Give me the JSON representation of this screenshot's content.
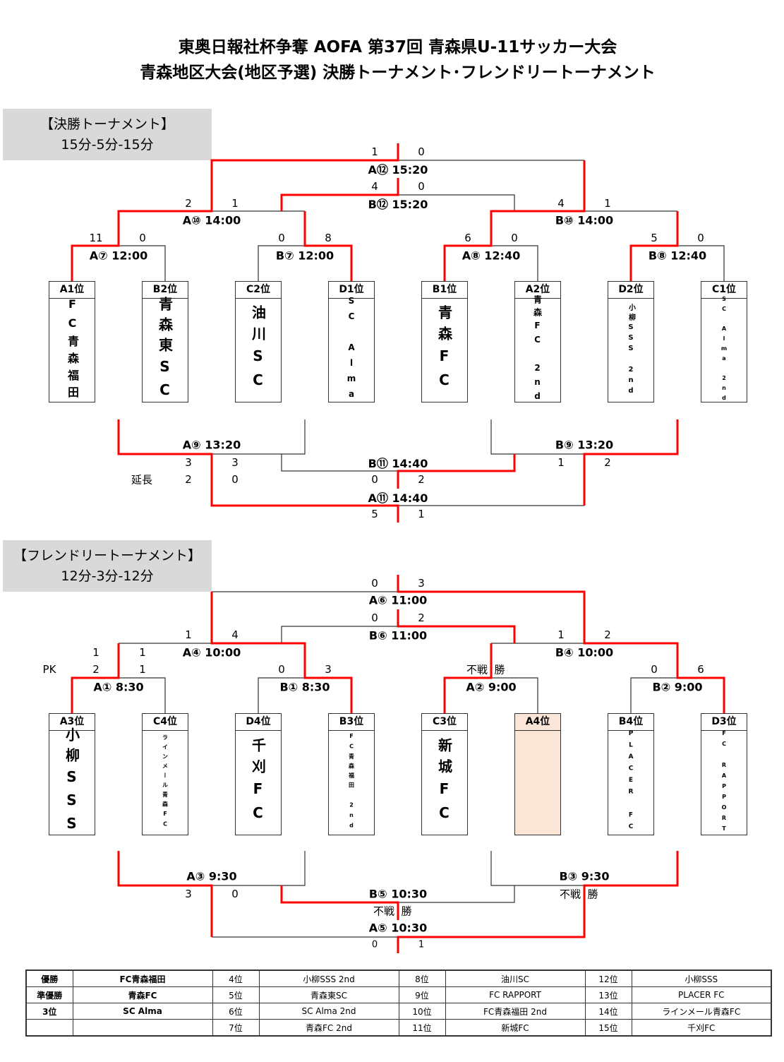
{
  "title": {
    "line1": "東奥日報社杯争奪 AOFA 第37回 青森県U-11サッカー大会",
    "line2": "青森地区大会(地区予選) 決勝トーナメント･フレンドリートーナメント"
  },
  "colors": {
    "winner_line": "#ff0000",
    "loser_line": "#333333",
    "section_bg": "#d9d9d9",
    "empty_slot": "#fbe5d6"
  },
  "final": {
    "heading": "【決勝トーナメント】",
    "format": "15分-5分-15分",
    "teams": [
      {
        "seed": "A1位",
        "name": "FC青森福田"
      },
      {
        "seed": "B2位",
        "name": "青森東SC"
      },
      {
        "seed": "C2位",
        "name": "油川SC"
      },
      {
        "seed": "D1位",
        "name": "SC Alma"
      },
      {
        "seed": "B1位",
        "name": "青森FC"
      },
      {
        "seed": "A2位",
        "name": "青森FC 2nd"
      },
      {
        "seed": "D2位",
        "name": "小柳SSS 2nd"
      },
      {
        "seed": "C1位",
        "name": "SC Alma 2nd"
      }
    ],
    "A12": {
      "label": "A⑫ 15:20",
      "l": "1",
      "r": "0"
    },
    "B12": {
      "label": "B⑫ 15:20",
      "l": "4",
      "r": "0"
    },
    "A10": {
      "label": "A⑩ 14:00",
      "l": "2",
      "r": "1"
    },
    "B10": {
      "label": "B⑩ 14:00",
      "l": "4",
      "r": "1"
    },
    "A7": {
      "label": "A⑦ 12:00",
      "l": "11",
      "r": "0"
    },
    "B7": {
      "label": "B⑦ 12:00",
      "l": "0",
      "r": "8"
    },
    "A8": {
      "label": "A⑧ 12:40",
      "l": "6",
      "r": "0"
    },
    "B8": {
      "label": "B⑧ 12:40",
      "l": "5",
      "r": "0"
    },
    "A9": {
      "label": "A⑨ 13:20",
      "l": "3",
      "r": "3",
      "extra_label": "延長",
      "l2": "2",
      "r2": "0"
    },
    "B9": {
      "label": "B⑨ 13:20",
      "l": "1",
      "r": "2"
    },
    "B11": {
      "label": "B⑪ 14:40",
      "l": "0",
      "r": "2"
    },
    "A11": {
      "label": "A⑪ 14:40",
      "l": "5",
      "r": "1"
    }
  },
  "friendly": {
    "heading": "【フレンドリートーナメント】",
    "format": "12分-3分-12分",
    "teams": [
      {
        "seed": "A3位",
        "name": "小柳SSS"
      },
      {
        "seed": "C4位",
        "name": "ラインメール青森FC"
      },
      {
        "seed": "D4位",
        "name": "千刈FC"
      },
      {
        "seed": "B3位",
        "name": "FC青森福田 2nd"
      },
      {
        "seed": "C3位",
        "name": "新城FC"
      },
      {
        "seed": "A4位",
        "name": ""
      },
      {
        "seed": "B4位",
        "name": "PLACER FC"
      },
      {
        "seed": "D3位",
        "name": "FC RAPPORT"
      }
    ],
    "A6": {
      "label": "A⑥ 11:00",
      "l": "0",
      "r": "3"
    },
    "B6": {
      "label": "B⑥ 11:00",
      "l": "0",
      "r": "2"
    },
    "A4": {
      "label": "A④ 10:00",
      "l": "1",
      "r": "4"
    },
    "B4": {
      "label": "B④ 10:00",
      "l": "1",
      "r": "2"
    },
    "A1": {
      "label": "A① 8:30",
      "l": "1",
      "r": "1",
      "extra_label": "PK",
      "l2": "2",
      "r2": "1"
    },
    "B1": {
      "label": "B① 8:30",
      "l": "0",
      "r": "3"
    },
    "A2": {
      "label": "A② 9:00",
      "l": "不戦",
      "r": "勝"
    },
    "B2": {
      "label": "B② 9:00",
      "l": "0",
      "r": "6"
    },
    "A3": {
      "label": "A③ 9:30",
      "l": "3",
      "r": "0"
    },
    "B3": {
      "label": "B③ 9:30",
      "l": "不戦",
      "r": "勝"
    },
    "B5": {
      "label": "B⑤ 10:30",
      "l": "不戦",
      "r": "勝"
    },
    "A5": {
      "label": "A⑤ 10:30",
      "l": "0",
      "r": "1"
    }
  },
  "results": [
    [
      {
        "rank": "優勝",
        "team": "FC青森福田"
      },
      {
        "rank": "4位",
        "team": "小柳SSS 2nd"
      },
      {
        "rank": "8位",
        "team": "油川SC"
      },
      {
        "rank": "12位",
        "team": "小柳SSS"
      }
    ],
    [
      {
        "rank": "準優勝",
        "team": "青森FC"
      },
      {
        "rank": "5位",
        "team": "青森東SC"
      },
      {
        "rank": "9位",
        "team": "FC RAPPORT"
      },
      {
        "rank": "13位",
        "team": "PLACER FC"
      }
    ],
    [
      {
        "rank": "3位",
        "team": "SC Alma"
      },
      {
        "rank": "6位",
        "team": "SC Alma 2nd"
      },
      {
        "rank": "10位",
        "team": "FC青森福田 2nd"
      },
      {
        "rank": "14位",
        "team": "ラインメール青森FC"
      }
    ],
    [
      {
        "rank": "",
        "team": ""
      },
      {
        "rank": "7位",
        "team": "青森FC 2nd"
      },
      {
        "rank": "11位",
        "team": "新城FC"
      },
      {
        "rank": "15位",
        "team": "千刈FC"
      }
    ]
  ]
}
